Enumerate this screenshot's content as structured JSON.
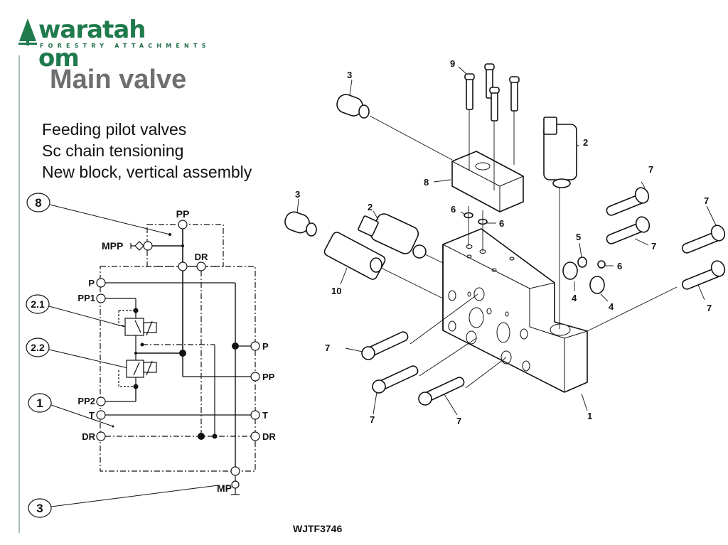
{
  "logo": {
    "brand": "waratah om",
    "tagline": "FORESTRY ATTACHMENTS",
    "brand_color": "#1f7a4c"
  },
  "slide": {
    "title": "Main valve",
    "bullets": [
      "Feeding pilot valves",
      "Sc chain tensioning",
      "New block, vertical assembly"
    ],
    "title_color": "#6f6f6f"
  },
  "schematic": {
    "callouts": [
      "8",
      "2.1",
      "2.2",
      "1",
      "3"
    ],
    "port_labels": {
      "top_pp": "PP",
      "mpp": "MPP",
      "top_dr": "DR",
      "left_p": "P",
      "left_pp1": "PP1",
      "left_pp2": "PP2",
      "left_t": "T",
      "left_dr": "DR",
      "right_p": "P",
      "right_pp": "PP",
      "right_t": "T",
      "right_dr": "DR",
      "mp": "MP"
    }
  },
  "exploded_view": {
    "part_labels": {
      "block": "1",
      "solenoid_valve_top": "2",
      "solenoid_valve_side": "2",
      "sensor_top": "3",
      "sensor_side": "3",
      "oring_4a": "4",
      "oring_4b": "4",
      "oring_5": "5",
      "oring_6a": "6",
      "oring_6b": "6",
      "oring_6c": "6",
      "screw_7a": "7",
      "screw_7b": "7",
      "screw_7c": "7",
      "screw_7d": "7",
      "screw_7e": "7",
      "screw_7f": "7",
      "screw_7g": "7",
      "adapter_block": "8",
      "screw_9": "9",
      "plug_10": "10"
    },
    "figure_code": "WJTF3746"
  }
}
